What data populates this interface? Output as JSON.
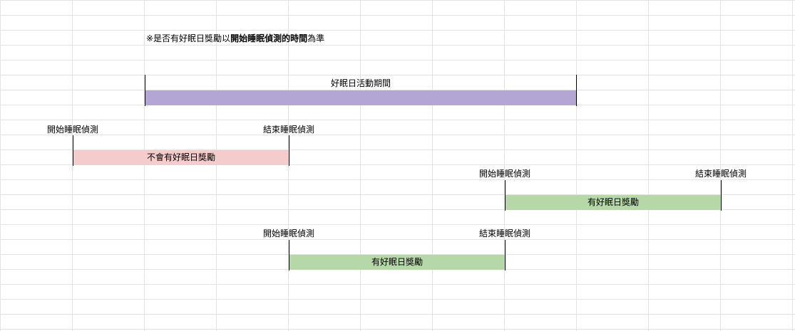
{
  "note": {
    "prefix": "※是否有好眠日獎勵以",
    "emphasis": "開始睡眠偵測的時間",
    "suffix": "為準"
  },
  "activity_period": {
    "label": "好眠日活動期間",
    "color": "#b3a6d5"
  },
  "scenarios": [
    {
      "start_label": "開始睡眠偵測",
      "end_label": "結束睡眠偵測",
      "bar_label": "不會有好眠日獎勵",
      "color": "#f4cccc"
    },
    {
      "start_label": "開始睡眠偵測",
      "end_label": "結束睡眠偵測",
      "bar_label": "有好眠日獎勵",
      "color": "#b6d7a8"
    },
    {
      "start_label": "開始睡眠偵測",
      "end_label": "結束睡眠偵測",
      "bar_label": "有好眠日獎勵",
      "color": "#b6d7a8"
    }
  ]
}
